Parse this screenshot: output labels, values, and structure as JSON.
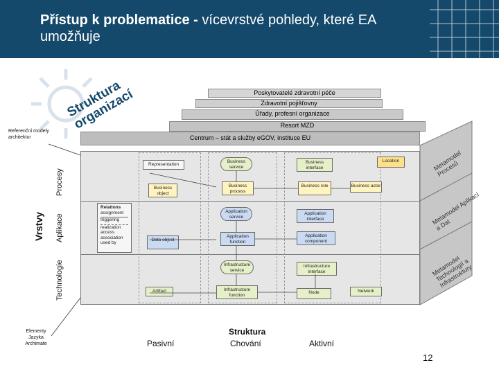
{
  "header": {
    "title_bold": "Přístup k problematice -",
    "title_rest": "vícevrstvé pohledy, které EA umožňuje",
    "colors": {
      "background": "#14496b",
      "text": "#ffffff"
    }
  },
  "organization": {
    "label_line1": "Struktura",
    "label_line2": "organizací",
    "layers": [
      "Poskytovatelé zdravotní péče",
      "Zdravotní pojišťovny",
      "Úřady, profesní organizace",
      "Resort MZD",
      "Centrum – stát a služby eGOV, instituce EU"
    ]
  },
  "left_notes": {
    "reference_models": "Referenční modely architektur",
    "elements": "Elementy Jazyka Archimate"
  },
  "rows": {
    "group": "Vrstvy",
    "items": [
      "Procesy",
      "Aplikace",
      "Technologie"
    ]
  },
  "right_labels": {
    "processes": "Metamodel Procesů",
    "applications": "Metamodel Aplikací a Dat",
    "technology": "Metamodel Technologií a Infrastruktury"
  },
  "diagram": {
    "boxes": {
      "representation": "Representation",
      "business_service": "Business service",
      "business_interface": "Business interface",
      "location": "Location",
      "business_object": "Business object",
      "business_process": "Business process",
      "business_role": "Business role",
      "business_actor": "Business actor",
      "relations": "Relations",
      "rel1": "assignment",
      "rel2": "triggering",
      "rel3": "realization",
      "rel4": "access",
      "rel5": "association",
      "rel6": "used by",
      "application_service": "Application service",
      "application_interface": "Application interface",
      "data_object": "Data object",
      "application_function": "Application function",
      "application_component": "Application component",
      "infrastructure_service": "Infrastructure service",
      "infrastructure_interface": "Infrastructure interface",
      "artifact": "Artifact",
      "infrastructure_function": "Infrastructure function",
      "node": "Node",
      "network": "Network"
    }
  },
  "bottom": {
    "structure": "Struktura",
    "passive": "Pasivní",
    "behavior": "Chování",
    "active": "Aktivní",
    "page_number": "12"
  }
}
